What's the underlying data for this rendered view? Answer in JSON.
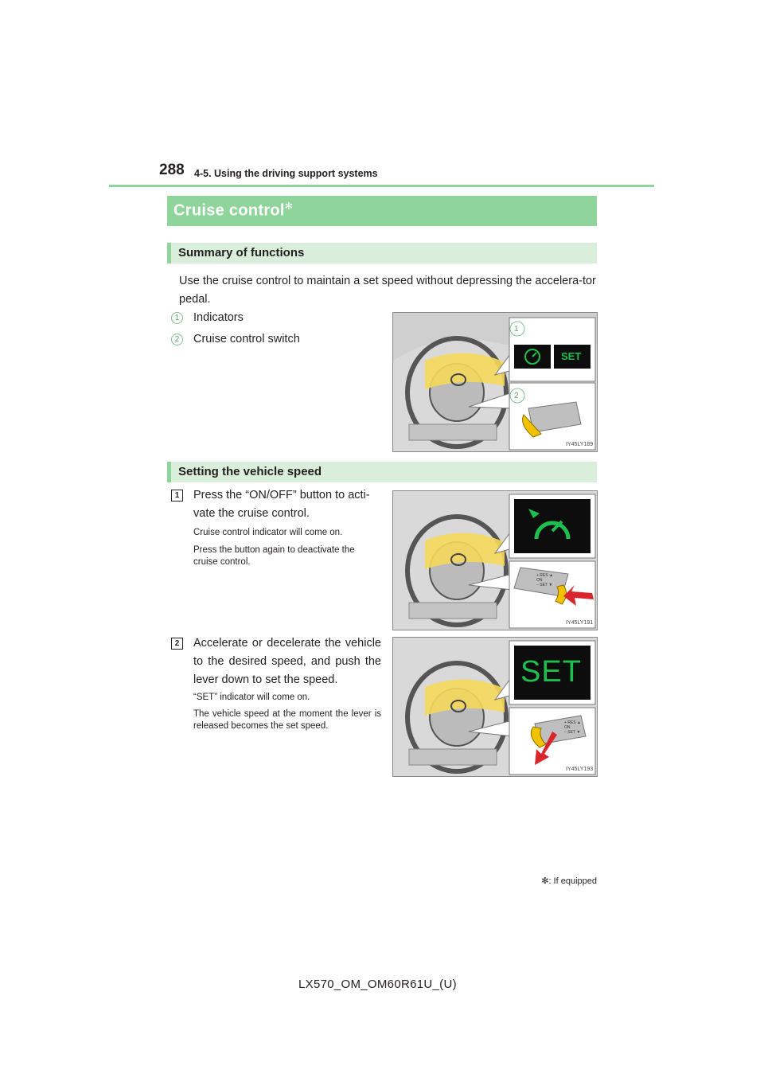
{
  "header": {
    "page_number": "288",
    "section": "4-5. Using the driving support systems"
  },
  "title": {
    "main": "Cruise control",
    "marker": "✻"
  },
  "summary": {
    "heading": "Summary of functions",
    "intro": "Use the cruise control to maintain a set speed without depressing the accelera-tor pedal.",
    "items": [
      {
        "num": "1",
        "label": "Indicators"
      },
      {
        "num": "2",
        "label": "Cruise control switch"
      }
    ],
    "figure_code": "IY45LY189",
    "callouts": [
      "1",
      "2"
    ],
    "indicator_text": "SET"
  },
  "setting": {
    "heading": "Setting the vehicle speed",
    "steps": [
      {
        "num": "1",
        "text": "Press the “ON/OFF” button to acti-vate the cruise control.",
        "notes": [
          "Cruise control indicator will come on.",
          "Press the button again to deactivate the cruise control."
        ],
        "figure_code": "IY45LY191"
      },
      {
        "num": "2",
        "text": "Accelerate or decelerate the vehicle to the desired speed, and push the lever down to set the speed.",
        "notes": [
          "“SET” indicator will come on.",
          "The vehicle speed at the moment the lever is released becomes the set speed."
        ],
        "figure_code": "IY45LY193",
        "indicator_text": "SET"
      }
    ]
  },
  "lever_labels": [
    "+ RES ▲",
    "ON",
    "− SET ▼"
  ],
  "footnote": {
    "marker": "✻",
    "text": ": If equipped"
  },
  "footer": "LX570_OM_OM60R61U_(U)",
  "colors": {
    "accent_green": "#8fd49a",
    "light_green": "#d9efdc",
    "indicator_green": "#1fbf4f",
    "lever_yellow": "#f2c200",
    "arrow_red": "#d9262c"
  }
}
